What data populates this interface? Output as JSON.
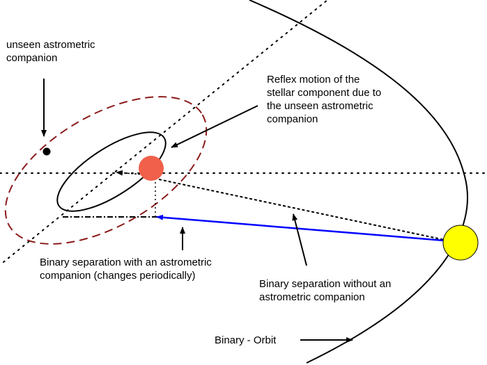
{
  "labels": {
    "unseen_companion": [
      "unseen astrometric",
      "companion"
    ],
    "reflex_motion": [
      "Reflex motion of the",
      "stellar component due  to",
      "the unseen astrometric",
      "companion"
    ],
    "with_companion": [
      "Binary separation with an astrometric",
      "companion (changes periodically)"
    ],
    "without_companion": [
      "Binary separation without an",
      "astrometric companion"
    ],
    "binary_orbit": "Binary - Orbit"
  },
  "colors": {
    "stellar_component": "#f0604a",
    "binary_star": "#ffff00",
    "companion_orbit": "#8b1a1a",
    "separation_with_companion": "#0000ff",
    "outline": "#000000"
  }
}
